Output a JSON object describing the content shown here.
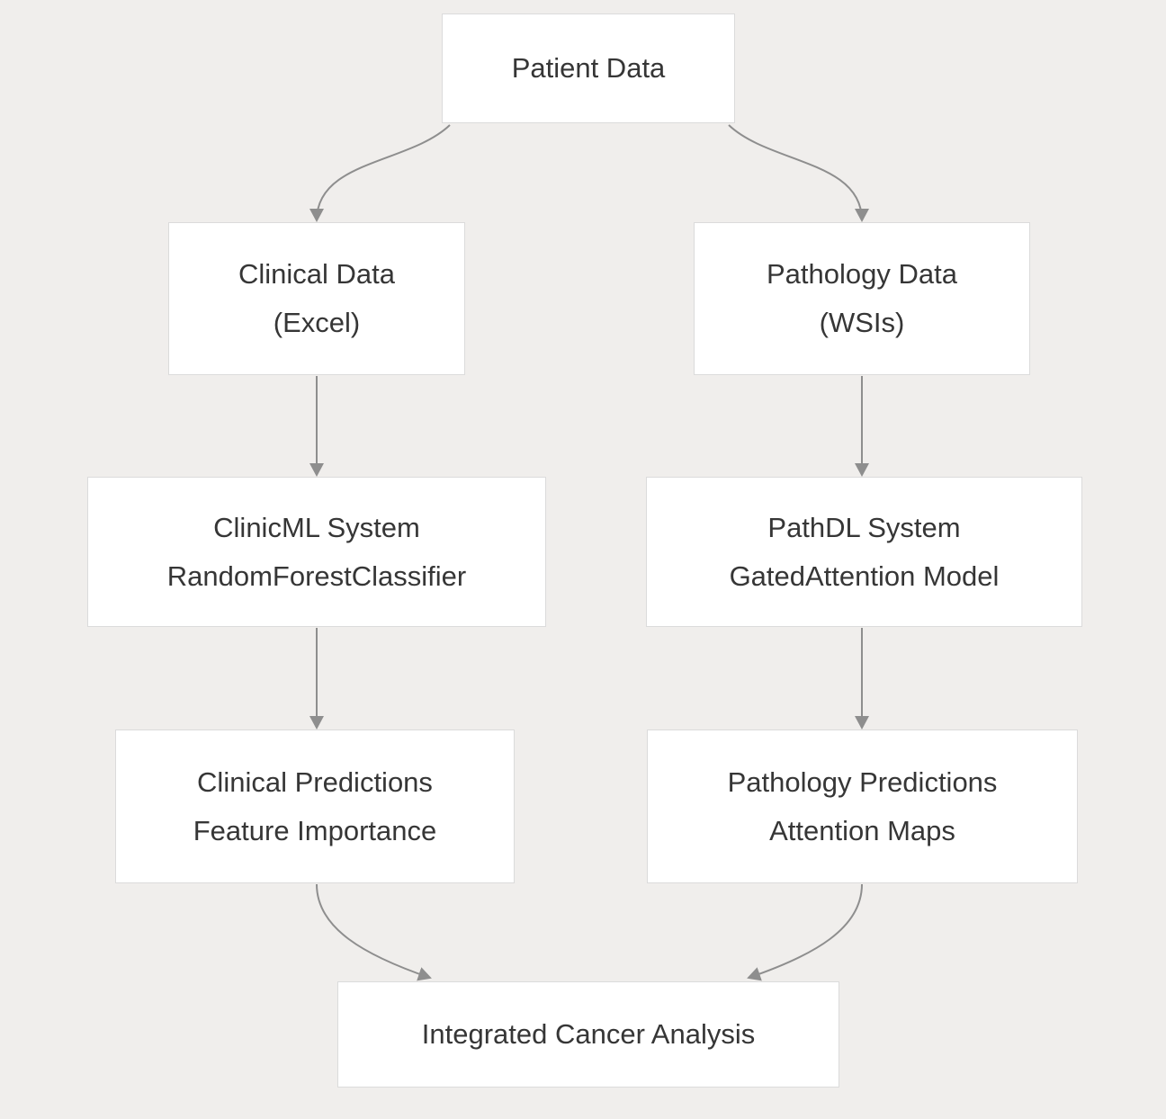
{
  "theme": {
    "canvas-bg": "#f0eeec",
    "node-bg": "#ffffff",
    "node-border": "#dbdbdb",
    "text-color": "#363636",
    "edge-color": "#8e8e8e"
  },
  "diagram": {
    "type": "flowchart",
    "nodes": {
      "patient": {
        "line1": "Patient Data"
      },
      "clinical_data": {
        "line1": "Clinical Data",
        "line2": "(Excel)"
      },
      "pathology_data": {
        "line1": "Pathology Data",
        "line2": "(WSIs)"
      },
      "clinicml": {
        "line1": "ClinicML System",
        "line2": "RandomForestClassifier"
      },
      "pathdl": {
        "line1": "PathDL System",
        "line2": "GatedAttention Model"
      },
      "clinical_pred": {
        "line1": "Clinical Predictions",
        "line2": "Feature Importance"
      },
      "pathology_pred": {
        "line1": "Pathology Predictions",
        "line2": "Attention Maps"
      },
      "integrated": {
        "line1": "Integrated Cancer Analysis"
      }
    },
    "edges": [
      {
        "from": "patient",
        "to": "clinical_data"
      },
      {
        "from": "patient",
        "to": "pathology_data"
      },
      {
        "from": "clinical_data",
        "to": "clinicml"
      },
      {
        "from": "pathology_data",
        "to": "pathdl"
      },
      {
        "from": "clinicml",
        "to": "clinical_pred"
      },
      {
        "from": "pathdl",
        "to": "pathology_pred"
      },
      {
        "from": "clinical_pred",
        "to": "integrated"
      },
      {
        "from": "pathology_pred",
        "to": "integrated"
      }
    ]
  }
}
